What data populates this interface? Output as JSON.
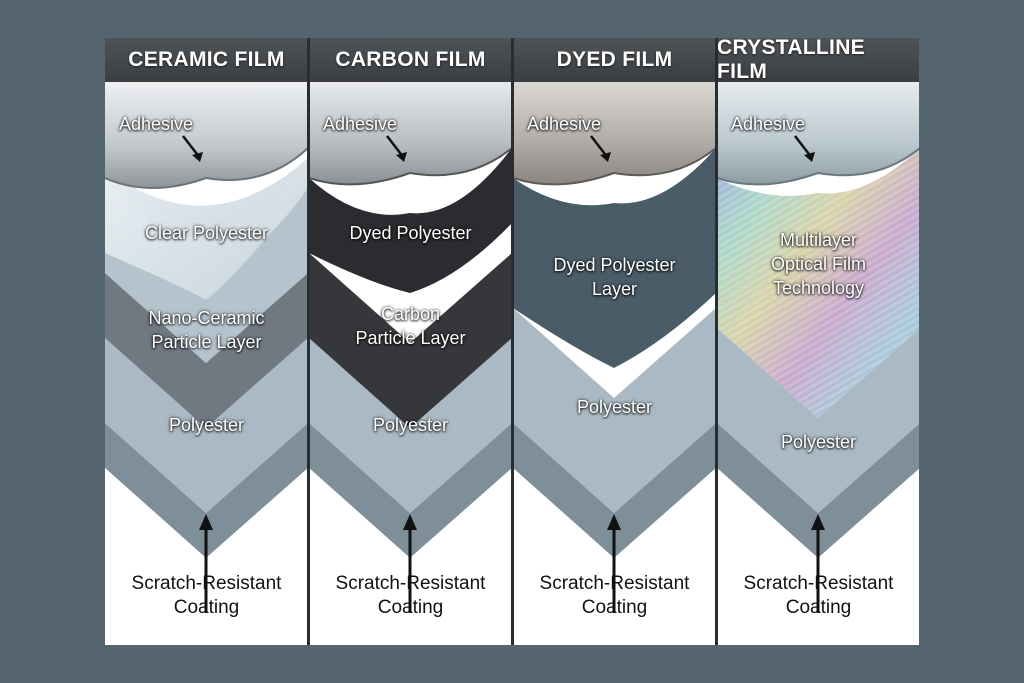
{
  "columns": [
    {
      "title": "CERAMIC FILM",
      "adhesive": "Adhesive",
      "layer1": "Clear Polyester",
      "layer2": "Nano-Ceramic\nParticle Layer",
      "polyester": "Polyester",
      "coating": "Scratch-Resistant\nCoating"
    },
    {
      "title": "CARBON FILM",
      "adhesive": "Adhesive",
      "layer1": "Dyed Polyester",
      "layer2": "Carbon\nParticle Layer",
      "polyester": "Polyester",
      "coating": "Scratch-Resistant\nCoating"
    },
    {
      "title": "DYED FILM",
      "adhesive": "Adhesive",
      "layer1": "Dyed Polyester\nLayer",
      "polyester": "Polyester",
      "coating": "Scratch-Resistant\nCoating"
    },
    {
      "title": "CRYSTALLINE FILM",
      "adhesive": "Adhesive",
      "layer1": "Multilayer\nOptical Film\nTechnology",
      "polyester": "Polyester",
      "coating": "Scratch-Resistant\nCoating"
    }
  ],
  "colors": {
    "background": "#556570",
    "header": "#3b3e41",
    "adhesive": "#c9cdd0",
    "clear_polyester": "#dfe7ec",
    "nano_ceramic": "#6e7680",
    "dyed_polyester_dark": "#2c2f32",
    "carbon_particle": "#3a3c3e",
    "dyed_polyester_blue": "#4b5d69",
    "polyester": "#a8b7c1",
    "coating_band": "#7f8f9a"
  }
}
